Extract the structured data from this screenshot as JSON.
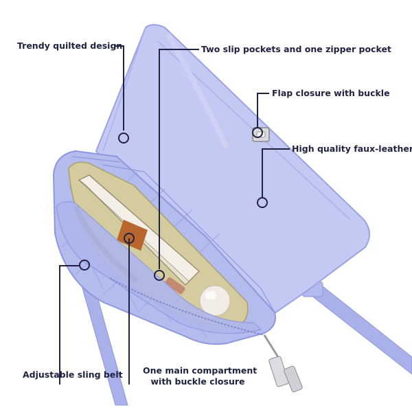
{
  "features": {
    "quilted": "Trendy quilted design",
    "pockets": "Two slip pockets and one zipper pocket",
    "flap": "Flap closure with buckle",
    "leather": "High quality faux-leather",
    "sling": "Adjustable sling belt",
    "main_line1": "One main compartment",
    "main_line2": "with buckle closure"
  },
  "colors": {
    "bag": "#b9c0ee",
    "bag_dark": "#9aa3e2",
    "lining": "#d8cfa4",
    "leader": "#1f2140",
    "book_tab": "#b8662e"
  }
}
